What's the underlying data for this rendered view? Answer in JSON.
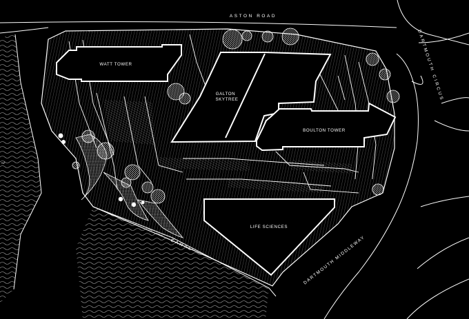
{
  "map": {
    "colors": {
      "background": "#000000",
      "lines": "#ffffff"
    },
    "buildings": [
      {
        "id": "watt",
        "label": "WATT TOWER"
      },
      {
        "id": "galton",
        "label_line1": "GALTON",
        "label_line2": "SKYTREE"
      },
      {
        "id": "boulton",
        "label": "BOULTON TOWER"
      },
      {
        "id": "life",
        "label": "LIFE SCIENCES"
      }
    ],
    "roads": {
      "aston": "ASTON ROAD",
      "dartmouth_circus": "DARTMOUTH CIRCUS",
      "dartmouth_middleway": "DARTMOUTH MIDDLEWAY",
      "canal": "CANAL",
      "partial_left": "L"
    }
  }
}
